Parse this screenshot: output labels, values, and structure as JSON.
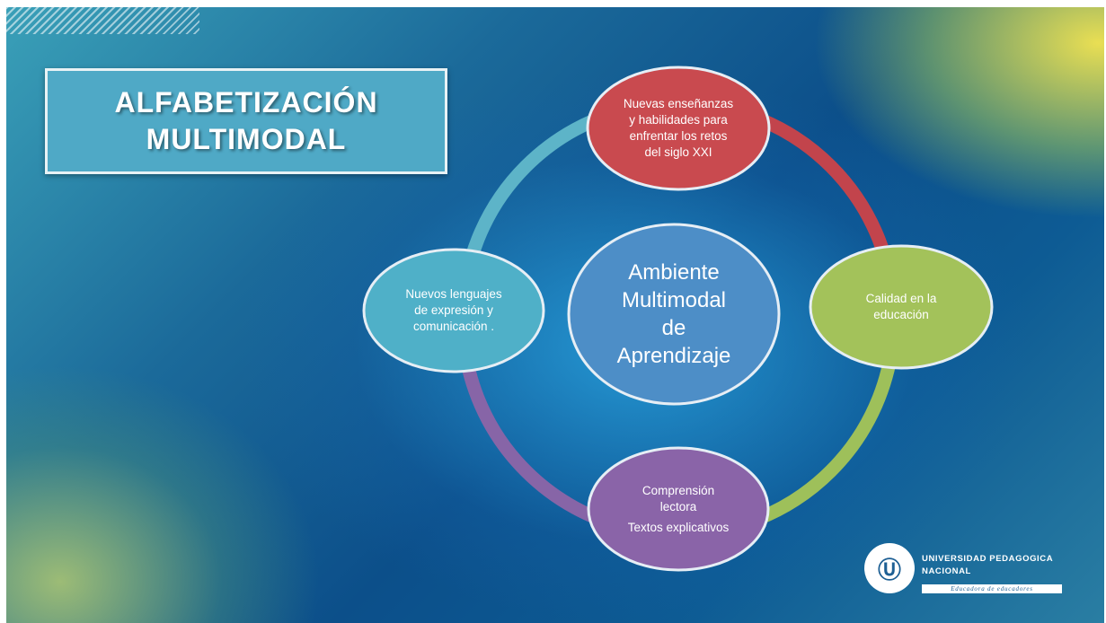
{
  "title": {
    "line1": "ALFABETIZACIÓN",
    "line2": "MULTIMODAL"
  },
  "diagram": {
    "center": {
      "lines": [
        "Ambiente",
        "Multimodal",
        "de",
        "Aprendizaje"
      ],
      "color": "#4d8ec7"
    },
    "nodes": [
      {
        "id": "top",
        "lines": [
          "Nuevas enseñanzas",
          "y habilidades para",
          "enfrentar los retos",
          "del siglo XXI"
        ],
        "color": "#c94a4f"
      },
      {
        "id": "right",
        "lines": [
          "Calidad en la",
          "educación"
        ],
        "color": "#a3c25a"
      },
      {
        "id": "bottom",
        "lines": [
          "Comprensión",
          "lectora",
          "Textos explicativos"
        ],
        "color": "#8a64a8"
      },
      {
        "id": "left",
        "lines": [
          "Nuevos lenguajes",
          "de expresión y",
          "comunicación ."
        ],
        "color": "#4fb0c8"
      }
    ],
    "ring_colors": {
      "top_right": "#c2444c",
      "bottom_right": "#9ec05a",
      "bottom_left": "#8765a7",
      "top_left": "#5db4c8"
    }
  },
  "logo": {
    "mark": "Ⓤ",
    "line1": "UNIVERSIDAD PEDAGOGICA",
    "line2": "NACIONAL",
    "tagline": "Educadora de educadores"
  }
}
